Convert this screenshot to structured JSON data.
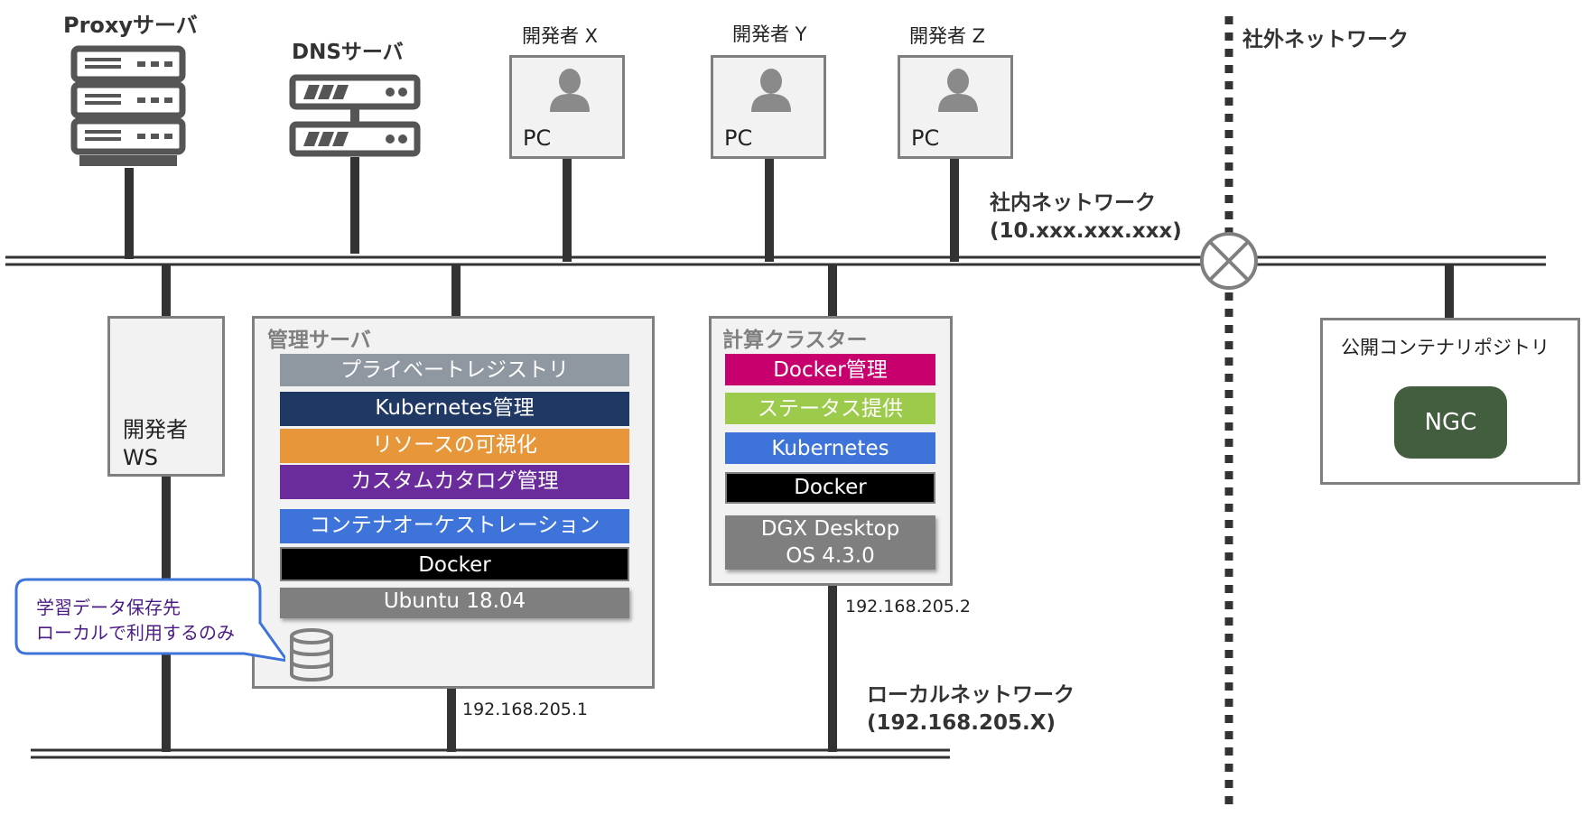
{
  "proxy_label": "Proxyサーバ",
  "dns_label": "DNSサーバ",
  "developers": [
    {
      "name": "開発者 X",
      "device": "PC"
    },
    {
      "name": "開発者 Y",
      "device": "PC"
    },
    {
      "name": "開発者 Z",
      "device": "PC"
    }
  ],
  "external_network_label": "社外ネットワーク",
  "internal_network": {
    "name": "社内ネットワーク",
    "address": "(10.xxx.xxx.xxx)"
  },
  "local_network": {
    "name": "ローカルネットワーク",
    "address": "(192.168.205.X)"
  },
  "dev_ws_label": [
    "開発者",
    "WS"
  ],
  "mgmt_server": {
    "title": "管理サーバ",
    "ip": "192.168.205.1",
    "layers": [
      {
        "label": "プライベートレジストリ",
        "color": "#8f97a1"
      },
      {
        "label": "Kubernetes管理",
        "color": "#1f3864"
      },
      {
        "label": "リソースの可視化",
        "color": "#e8963a"
      },
      {
        "label": "カスタムカタログ管理",
        "color": "#6a2c9c"
      },
      {
        "label": "コンテナオーケストレーション",
        "color": "#3e74d9"
      },
      {
        "label": "Docker",
        "color": "#000000"
      },
      {
        "label": "Ubuntu 18.04",
        "color": "#7f7f7f"
      }
    ]
  },
  "compute_cluster": {
    "title": "計算クラスター",
    "ip": "192.168.205.2",
    "layers": [
      {
        "label": "Docker管理",
        "color": "#c8006e"
      },
      {
        "label": "ステータス提供",
        "color": "#9ccb4b"
      },
      {
        "label": "Kubernetes",
        "color": "#3e74d9"
      },
      {
        "label": "Docker",
        "color": "#000000"
      },
      {
        "label": "DGX Desktop OS 4.3.0",
        "color": "#7f7f7f"
      }
    ]
  },
  "callout": [
    "学習データ保存先",
    "ローカルで利用するのみ"
  ],
  "public_repo": {
    "title": "公開コンテナリポジトリ",
    "ngc_label": "NGC",
    "ngc_color": "#435e3e"
  },
  "colors": {
    "line": "#333333",
    "border": "#7f7f7f",
    "callout_border": "#3e74d9",
    "callout_text": "#4b1c86"
  }
}
